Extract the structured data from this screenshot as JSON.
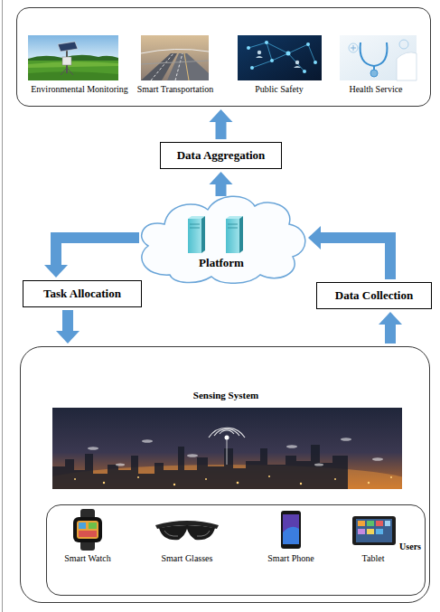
{
  "diagram": {
    "nodes": [
      {
        "text": [
          "Environmental Monitoring",
          "Smart Transportation",
          "Public Safety",
          "Health Service"
        ]
      },
      {
        "text": [
          "Data Aggregation"
        ]
      },
      {
        "text": [
          "Platform"
        ]
      },
      {
        "text": [
          "Task Allocation"
        ]
      },
      {
        "text": [
          "Data Collection"
        ]
      },
      {
        "text": [
          "Sensing System"
        ]
      },
      {
        "text": [
          "Smart Watch",
          "Smart Glasses",
          "Smart Phone",
          "Tablet",
          "Users"
        ],
        "in": 5
      }
    ],
    "edges": [
      {
        "from": 1,
        "to": 0,
        "arrow": "to"
      },
      {
        "from": 2,
        "to": 1,
        "arrow": "to"
      },
      {
        "from": 2,
        "to": 3,
        "arrow": "to"
      },
      {
        "from": 3,
        "to": 5,
        "arrow": "to"
      },
      {
        "from": 5,
        "to": 4,
        "arrow": "to"
      },
      {
        "from": 4,
        "to": 2,
        "arrow": "to"
      }
    ]
  }
}
